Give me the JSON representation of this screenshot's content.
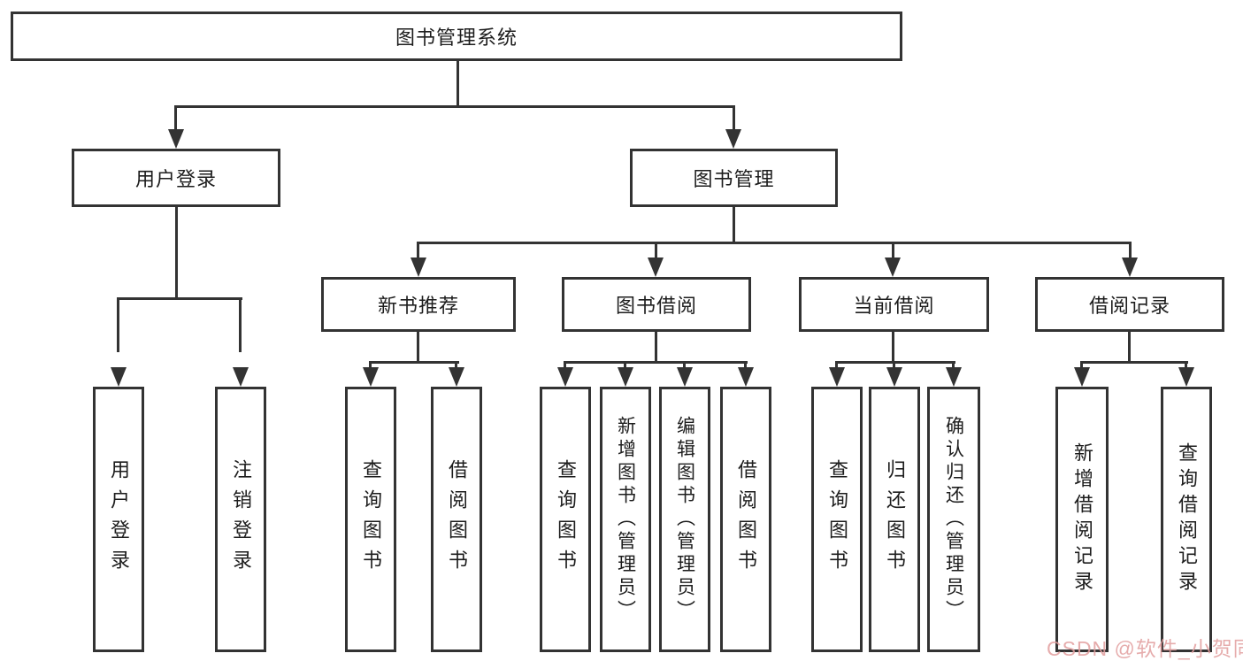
{
  "root": {
    "label": "图书管理系统"
  },
  "branches": {
    "user_login": {
      "label": "用户登录",
      "children": [
        "用户登录",
        "注销登录"
      ]
    },
    "book_mgmt": {
      "label": "图书管理",
      "children": {
        "new_books": {
          "label": "新书推荐",
          "children": [
            "查询图书",
            "借阅图书"
          ]
        },
        "borrow": {
          "label": "图书借阅",
          "children": [
            "查询图书",
            "新增图书（管理员）",
            "编辑图书（管理员）",
            "借阅图书"
          ]
        },
        "current": {
          "label": "当前借阅",
          "children": [
            "查询图书",
            "归还图书",
            "确认归还（管理员）"
          ]
        },
        "records": {
          "label": "借阅记录",
          "children": [
            "新增借阅记录",
            "查询借阅记录"
          ]
        }
      }
    }
  },
  "watermark": "CSDN @软件_小贺同学",
  "colors": {
    "line": "#333333",
    "text": "#1d1d1d",
    "box_background": "#ffffff",
    "watermark": "#e29e9e"
  }
}
